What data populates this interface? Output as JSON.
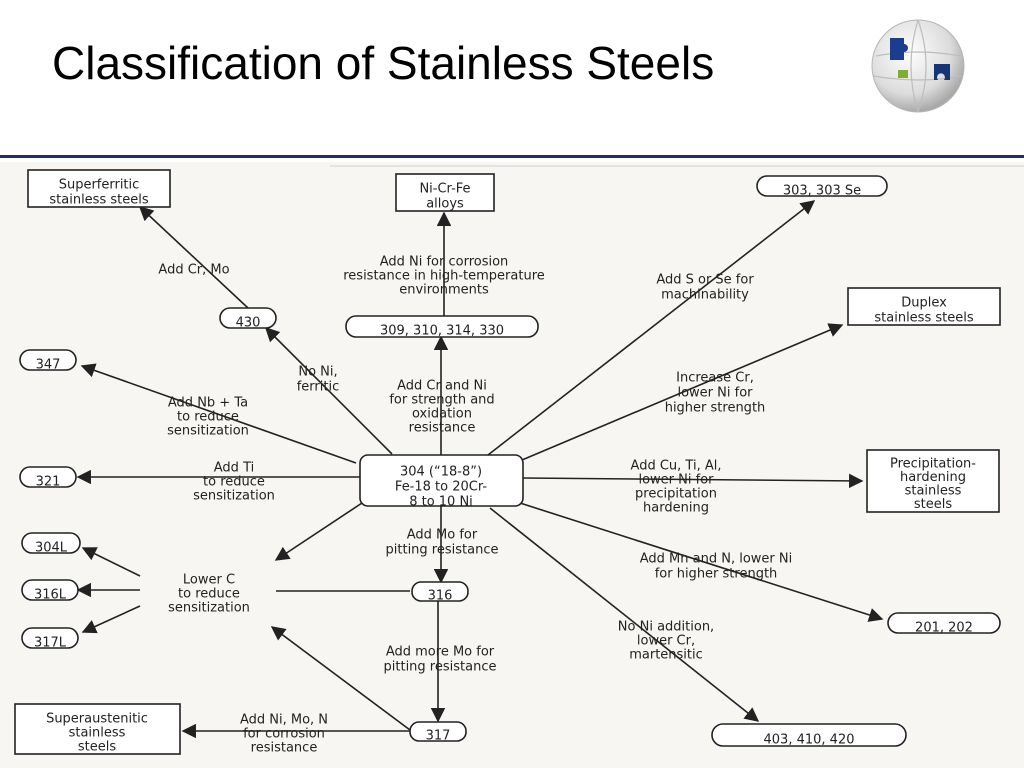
{
  "title": "Classification of Stainless Steels",
  "logo": {
    "icon": "puzzle-globe-icon"
  },
  "colors": {
    "rule": "#1f2f6e",
    "diagram_bg": "#f7f6f2",
    "ink": "#222222"
  },
  "diagram": {
    "center": [
      "304 (“18-8”)",
      "Fe-18 to 20Cr-",
      "8 to 10 Ni"
    ],
    "nodes": {
      "superferritic": [
        "Superferritic",
        "stainless steels"
      ],
      "ni_cr_fe": [
        "Ni-Cr-Fe",
        "alloys"
      ],
      "g303": [
        "303, 303 Se"
      ],
      "g430": [
        "430"
      ],
      "g309": [
        "309, 310, 314, 330"
      ],
      "duplex": [
        "Duplex",
        "stainless steels"
      ],
      "g347": [
        "347"
      ],
      "g321": [
        "321"
      ],
      "precip": [
        "Precipitation-",
        "hardening",
        "stainless",
        "steels"
      ],
      "g304l": [
        "304L"
      ],
      "g316l": [
        "316L"
      ],
      "g317l": [
        "317L"
      ],
      "g316": [
        "316"
      ],
      "g201": [
        "201, 202"
      ],
      "superaus": [
        "Superaustenitic",
        "stainless",
        "steels"
      ],
      "g317": [
        "317"
      ],
      "g403": [
        "403, 410, 420"
      ]
    },
    "labels": {
      "add_cr_mo": [
        "Add Cr, Mo"
      ],
      "add_ni_corrosion": [
        "Add Ni for corrosion",
        "resistance in high-temperature",
        "environments"
      ],
      "add_s_se": [
        "Add S or Se for",
        "machinability"
      ],
      "no_ni_ferritic": [
        "No Ni,",
        "ferritic"
      ],
      "add_cr_ni": [
        "Add Cr and Ni",
        "for strength and",
        "oxidation",
        "resistance"
      ],
      "increase_cr": [
        "Increase Cr,",
        "lower Ni for",
        "higher strength"
      ],
      "add_nb_ta": [
        "Add Nb + Ta",
        "to reduce",
        "sensitization"
      ],
      "add_ti": [
        "Add Ti",
        "to reduce",
        "sensitization"
      ],
      "add_cu_ti_al": [
        "Add Cu, Ti, Al,",
        "lower Ni for",
        "precipitation",
        "hardening"
      ],
      "add_mo": [
        "Add  Mo for",
        "pitting resistance"
      ],
      "add_mn_n": [
        "Add Mn and N, lower Ni",
        "for higher strength"
      ],
      "lower_c": [
        "Lower C",
        "to reduce",
        "sensitization"
      ],
      "no_ni_addition": [
        "No Ni addition,",
        "lower Cr,",
        "martensitic"
      ],
      "add_more_mo": [
        "Add more Mo for",
        "pitting resistance"
      ],
      "add_ni_mo_n": [
        "Add Ni, Mo, N",
        "for corrosion",
        "resistance"
      ]
    }
  }
}
